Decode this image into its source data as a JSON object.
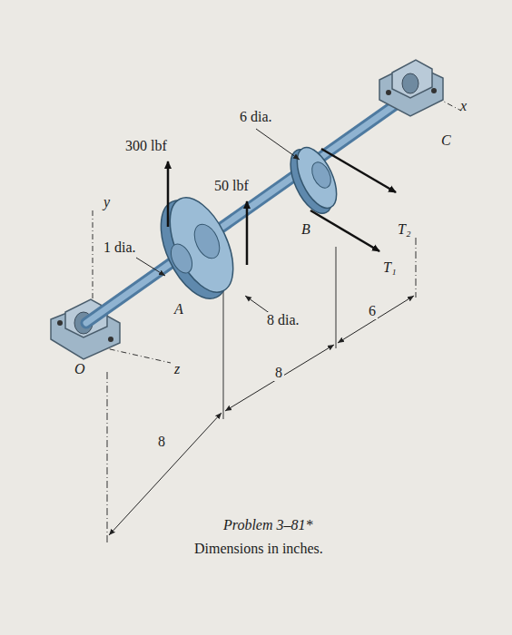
{
  "diagram": {
    "caption": "Problem 3–81*",
    "labels": [
      "6 dia.",
      "300 lbf",
      "50 lbf",
      "y",
      "1 dia.",
      "A",
      "B",
      "C",
      "x",
      "T₂",
      "T₁",
      "8 dia.",
      "6",
      "8",
      "8",
      "z",
      "O",
      "Dimensions in inches."
    ]
  }
}
